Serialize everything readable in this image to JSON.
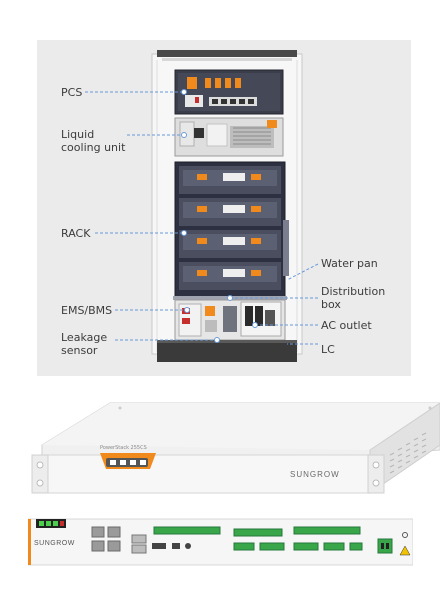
{
  "diagram": {
    "callouts": [
      {
        "id": "pcs",
        "text": "PCS"
      },
      {
        "id": "liquid-cooling-unit",
        "text": "Liquid\ncooling unit"
      },
      {
        "id": "rack",
        "text": "RACK"
      },
      {
        "id": "water-pan",
        "text": "Water pan"
      },
      {
        "id": "distribution-box",
        "text": "Distribution\nbox"
      },
      {
        "id": "ems-bms",
        "text": "EMS/BMS"
      },
      {
        "id": "ac-outlet",
        "text": "AC outlet"
      },
      {
        "id": "leakage-sensor",
        "text": "Leakage\nsensor"
      },
      {
        "id": "lc",
        "text": "LC"
      }
    ]
  },
  "controller": {
    "brand": "SUNGROW",
    "model_label": "PowerStack 255CS"
  },
  "rear_panel": {
    "brand": "SUNGROW"
  },
  "colors": {
    "panel_bg": "#ebebeb",
    "leader_line": "#6a9ad8",
    "callout_text": "#3c3c3c",
    "accent_orange": "#f08a1c",
    "battery_dark": "#3a3d4a",
    "terminal_green": "#3aa64a"
  }
}
